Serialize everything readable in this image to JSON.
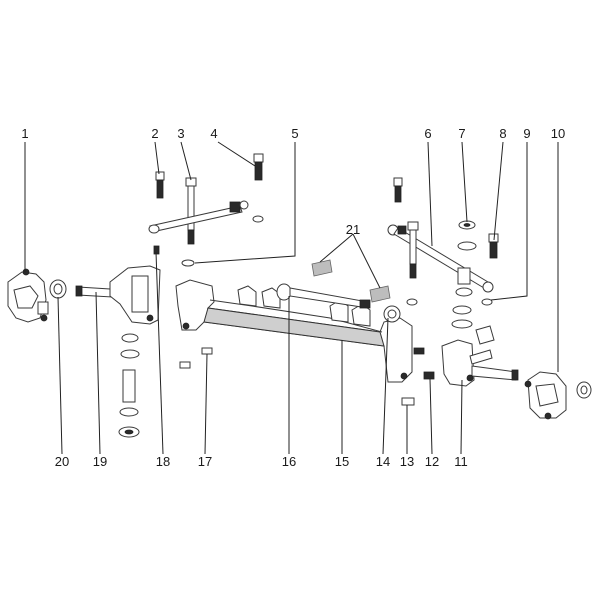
{
  "diagram": {
    "callouts": [
      "1",
      "2",
      "3",
      "4",
      "5",
      "6",
      "7",
      "8",
      "9",
      "10",
      "11",
      "12",
      "13",
      "14",
      "15",
      "16",
      "17",
      "18",
      "19",
      "20",
      "21"
    ],
    "colors": {
      "ink": "#222222",
      "part_fill": "#ffffff",
      "shade": "#cfcfcf",
      "sleeve": "#bdbdbd"
    }
  }
}
